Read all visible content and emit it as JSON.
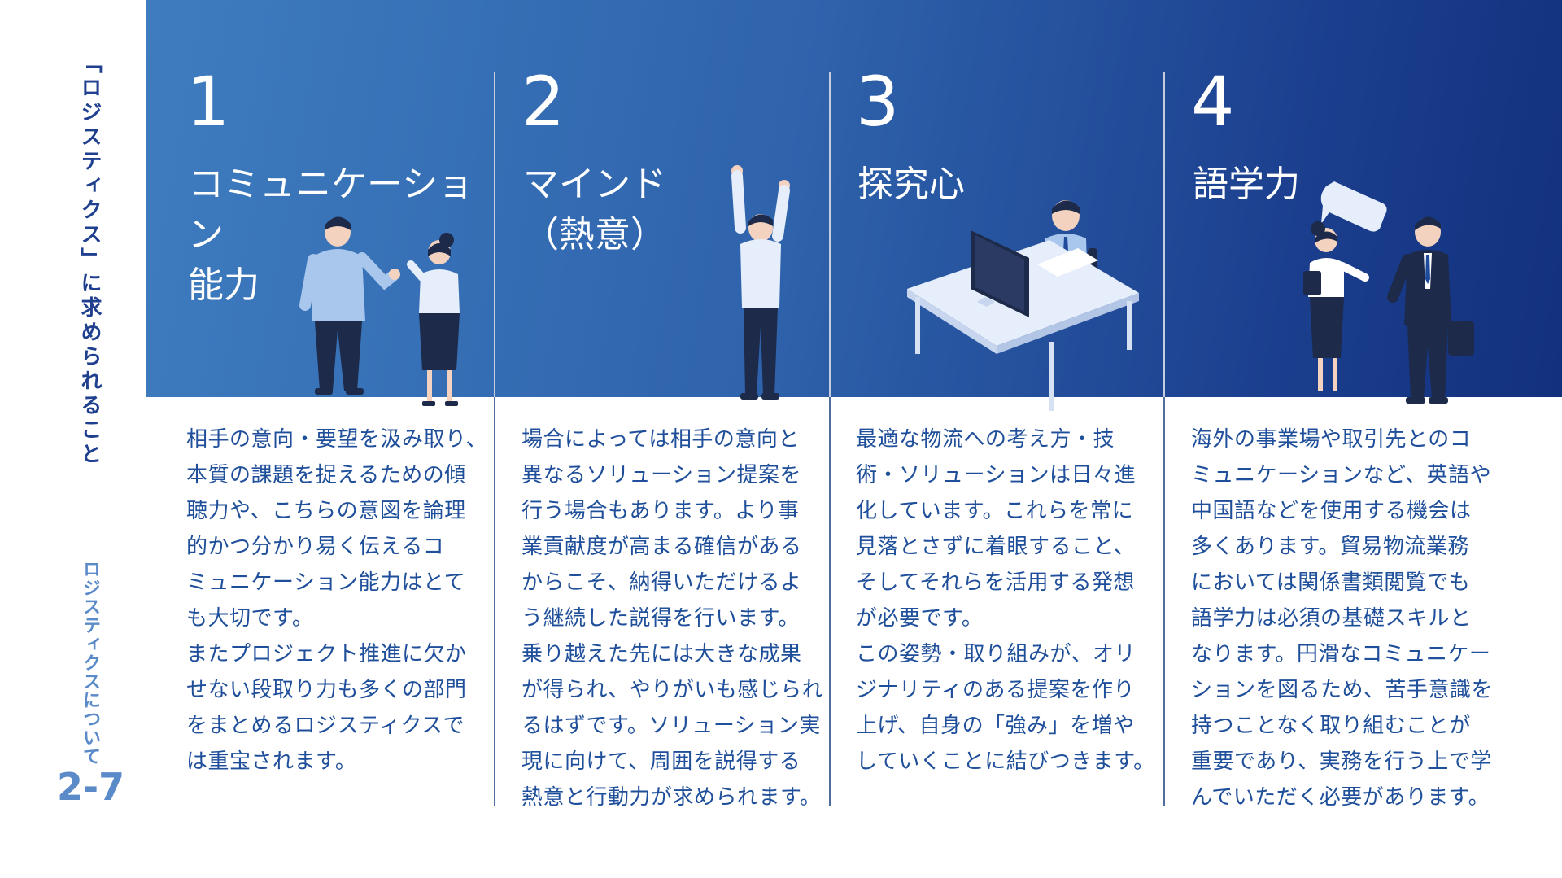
{
  "side": {
    "title": "ロジスティクス」に求められること",
    "title_open": "「",
    "subtitle": "ロジスティクスについて",
    "page_number": "2-7"
  },
  "columns": [
    {
      "number": "1",
      "heading": "コミュニケーション\n能力",
      "body": "相手の意向・要望を汲み取り、\n本質の課題を捉えるための傾\n聴力や、こちらの意図を論理\n的かつ分かり易く伝えるコ\nミュニケーション能力はとて\nも大切です。\nまたプロジェクト推進に欠か\nせない段取り力も多くの部門\nをまとめるロジスティクスで\nは重宝されます。"
    },
    {
      "number": "2",
      "heading": "マインド\n（熱意）",
      "body": "場合によっては相手の意向と\n異なるソリューション提案を\n行う場合もあります。より事\n業貢献度が高まる確信がある\nからこそ、納得いただけるよ\nう継続した説得を行います。\n乗り越えた先には大きな成果\nが得られ、やりがいも感じられ\nるはずです。ソリューション実\n現に向けて、周囲を説得する\n熱意と行動力が求められます。"
    },
    {
      "number": "3",
      "heading": "探究心",
      "body": "最適な物流への考え方・技\n術・ソリューションは日々進\n化しています。これらを常に\n見落とさずに着眼すること、\nそしてそれらを活用する発想\nが必要です。\nこの姿勢・取り組みが、オリ\nジナリティのある提案を作り\n上げ、自身の「強み」を増や\nしていくことに結びつきます。"
    },
    {
      "number": "4",
      "heading": "語学力",
      "body": "海外の事業場や取引先とのコ\nミュニケーションなど、英語や\n中国語などを使用する機会は\n多くあります。貿易物流業務\nにおいては関係書類閲覧でも\n語学力は必須の基礎スキルと\nなります。円滑なコミュニケー\nションを図るため、苦手意識を\n持つことなく取り組むことが\n重要であり、実務を行う上で学\nんでいただく必要があります。"
    }
  ],
  "colors": {
    "banner_start": "#3e7cbf",
    "banner_end": "#12307d",
    "text_blue": "#1f4f9a",
    "accent_light": "#5b8ac8"
  }
}
